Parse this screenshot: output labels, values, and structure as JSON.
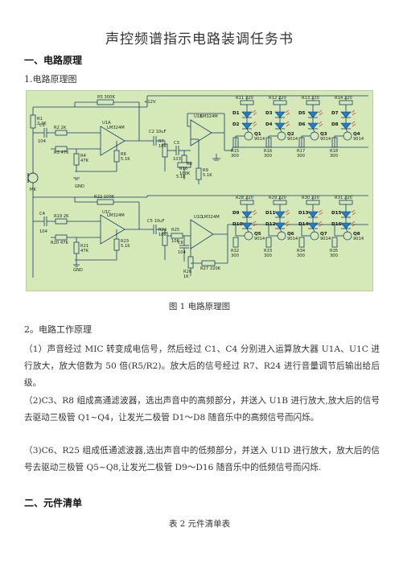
{
  "doc_title": "声控频谱指示电路装调任务书",
  "section1": {
    "heading": "一、电路原理",
    "sub1": "1.电路原理图",
    "figure_caption": "图 1  电路原理图",
    "sub2": "2。电路工作原理",
    "paragraphs": [
      "（1）声音经过 MIC 转变成电信号，然后经过 C1、C4 分别进入运算放大器 U1A、U1C 进行放大，放大倍数为 50 倍(R5/R2)。放大后的信号经过 R7、R24 进行音量调节后输出给后级。",
      "（2)C3、R8 组成高通滤波器，选出声音中的高频部分，并送入 U1B 进行放大,放大后的信号去驱动三极管 Q1~Q4，让发光二极管 D1～D8 随音乐中的高频信号而闪烁。",
      "（3)C6、R25 组成低通滤波器,选出声音中的低频部分，并送入 U1D 进行放大，放大后的信号去驱动三极管 Q5~Q8,让发光二极管 D9～D16 随音乐中的低频信号而闪烁."
    ]
  },
  "section2": {
    "heading": "二、元件清单",
    "table_caption": "表 2  元件清单表"
  },
  "schematic": {
    "labels_top": {
      "r5": "R5  300K",
      "u1a": "U1A",
      "chip1": "LM324M",
      "r1": "R1",
      "r1v": "2.2K",
      "c1": "C1",
      "c1v": "104",
      "r2": "R2  2K",
      "r3": "R3  47K",
      "r4": "R4",
      "r4v": "47K",
      "r6": "R6",
      "r6v": "5.1K",
      "c2": "C2  10uF",
      "r7": "R7",
      "r7v": "10K",
      "u1b": "U1B",
      "chip2": "LM324M",
      "r8": "R8",
      "c3": "C3",
      "c3v": "103",
      "r9": "R9",
      "r9v": "5.1K",
      "r10": "R10",
      "r10v": "100K",
      "r8v": "5.1K",
      "vcc": "+12V",
      "gnd": "GND",
      "mic": "MK"
    },
    "labels_bottom": {
      "r22": "R22  100K",
      "u1c": "U1C",
      "chip3": "LM324M",
      "c4": "C4",
      "c4v": "104",
      "r19": "R19  2K",
      "r20": "R20  47K",
      "r21": "R21",
      "r21v": "47K",
      "r23": "R23",
      "r23v": "5.1K",
      "c5": "C5  10uF",
      "r24": "R24",
      "r24v": "10K",
      "r25": "R25",
      "r25v": "10K",
      "u1d": "U1D",
      "chip4": "LM324M",
      "c6": "C6",
      "c6v": "104",
      "r26": "R26",
      "r26v": "1K",
      "r27": "R27  220K",
      "gnd": "GND"
    },
    "led_top": [
      {
        "r": "R11  220",
        "d1": "D1",
        "d2": "D2",
        "q": "Q1",
        "qv": "9014",
        "rb": "R15",
        "rbv": "300"
      },
      {
        "r": "R12  220",
        "d1": "D3",
        "d2": "D4",
        "q": "Q2",
        "qv": "9014",
        "rb": "R16",
        "rbv": "300"
      },
      {
        "r": "R13  220",
        "d1": "D5",
        "d2": "D6",
        "q": "Q3",
        "qv": "9014",
        "rb": "R17",
        "rbv": "300"
      },
      {
        "r": "R14  220",
        "d1": "D7",
        "d2": "D8",
        "q": "Q4",
        "qv": "9014",
        "rb": "R18",
        "rbv": "300"
      }
    ],
    "led_bottom": [
      {
        "r": "R28  220",
        "d1": "D9",
        "d2": "D10",
        "q": "Q5",
        "qv": "9014",
        "rb": "R32",
        "rbv": "300"
      },
      {
        "r": "R29  220",
        "d1": "D11",
        "d2": "D12",
        "q": "Q6",
        "qv": "9014",
        "rb": "R33",
        "rbv": "300"
      },
      {
        "r": "R30  220",
        "d1": "D13",
        "d2": "D14",
        "q": "Q7",
        "qv": "9014",
        "rb": "R34",
        "rbv": "300"
      },
      {
        "r": "R31  220",
        "d1": "D15",
        "d2": "D16",
        "q": "Q8",
        "qv": "9014",
        "rb": "R35",
        "rbv": "300"
      }
    ]
  }
}
